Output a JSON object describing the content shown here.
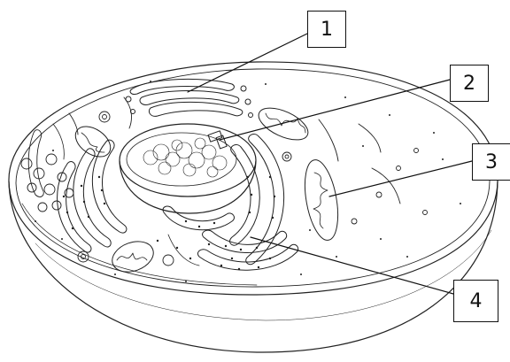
{
  "labels": [
    {
      "id": "1",
      "text": "1",
      "target": "golgi-apparatus"
    },
    {
      "id": "2",
      "text": "2",
      "target": "centriole"
    },
    {
      "id": "3",
      "text": "3",
      "target": "mitochondrion"
    },
    {
      "id": "4",
      "text": "4",
      "target": "rough-endoplasmic-reticulum"
    }
  ],
  "colors": {
    "ink": "#111111",
    "background": "#ffffff"
  }
}
